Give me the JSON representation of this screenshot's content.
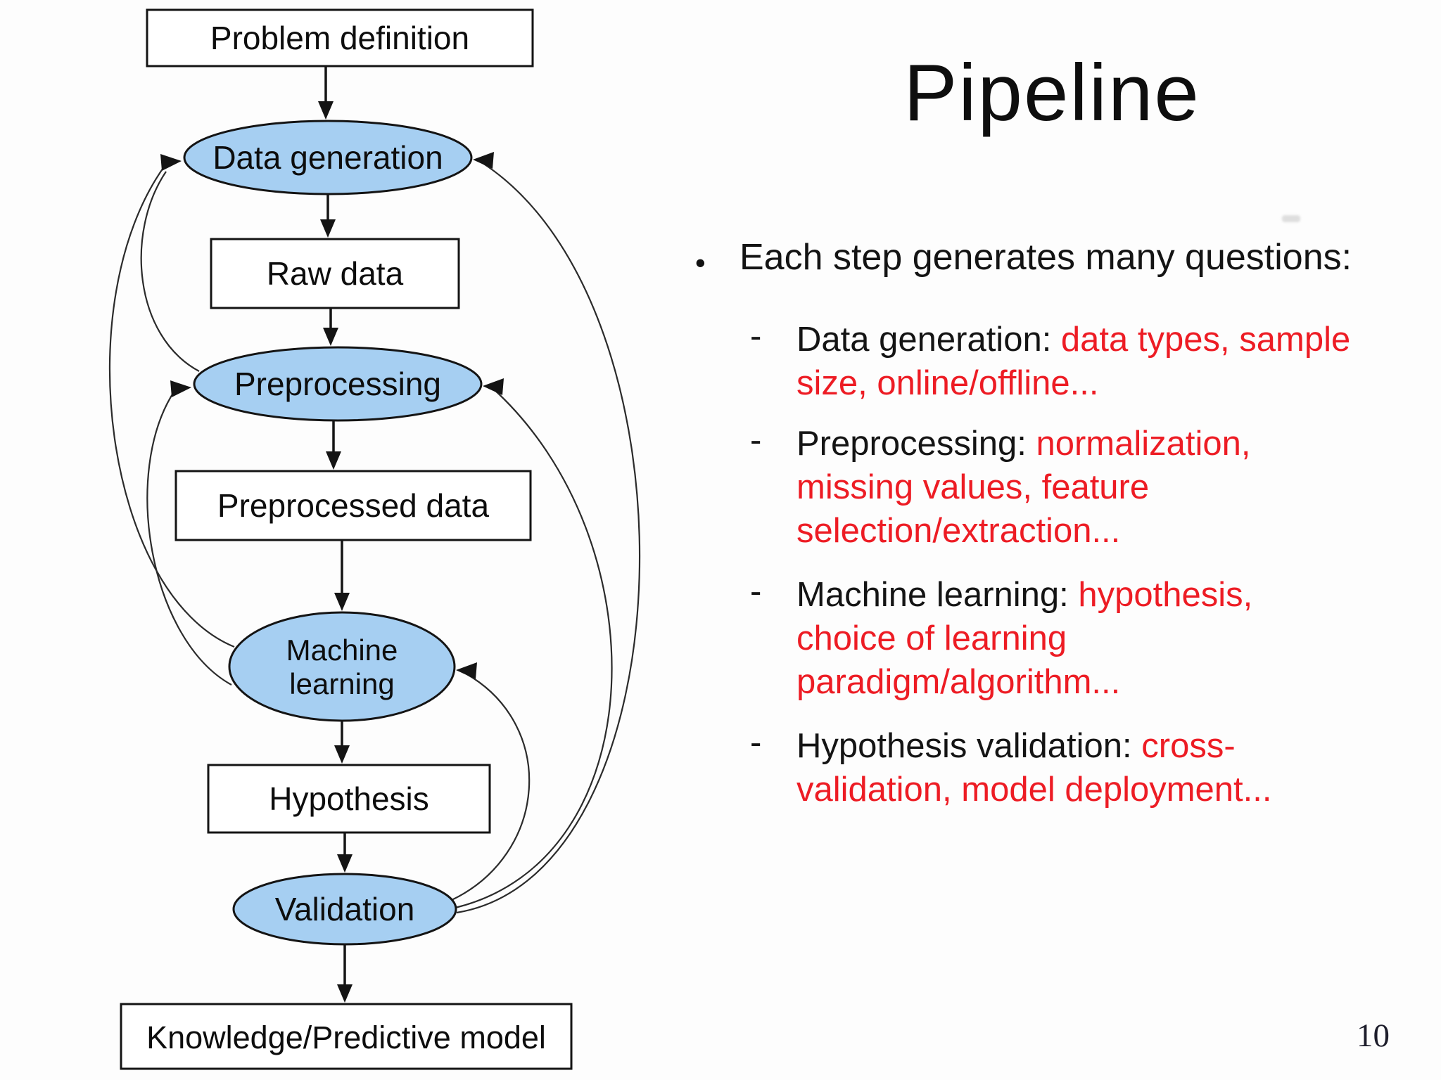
{
  "slide": {
    "title": "Pipeline",
    "page_number": "10",
    "bullet_marker": "•",
    "dash_marker": "-",
    "colors": {
      "red": "#ed1c24",
      "node_fill": "#a6cff2",
      "ink": "#141414"
    }
  },
  "flowchart": {
    "nodes": {
      "problem_definition": "Problem definition",
      "data_generation": "Data generation",
      "raw_data": "Raw data",
      "preprocessing": "Preprocessing",
      "preprocessed_data": "Preprocessed data",
      "machine_learning_line1": "Machine",
      "machine_learning_line2": "learning",
      "hypothesis": "Hypothesis",
      "validation": "Validation",
      "knowledge": "Knowledge/Predictive model"
    },
    "main_flow": [
      "Problem definition",
      "Data generation",
      "Raw data",
      "Preprocessing",
      "Preprocessed data",
      "Machine learning",
      "Hypothesis",
      "Validation",
      "Knowledge/Predictive model"
    ],
    "feedback_edges": [
      [
        "Preprocessing",
        "Data generation"
      ],
      [
        "Machine learning",
        "Data generation"
      ],
      [
        "Machine learning",
        "Preprocessing"
      ],
      [
        "Validation",
        "Machine learning"
      ],
      [
        "Validation",
        "Preprocessing"
      ],
      [
        "Validation",
        "Data generation"
      ]
    ]
  },
  "content": {
    "bullet": "Each step generates many questions:",
    "items": [
      {
        "label": "Data generation: ",
        "red_lines": [
          "data types, sample",
          "size, online/offline..."
        ]
      },
      {
        "label": "Preprocessing: ",
        "red_lines": [
          "normalization,",
          "missing values, feature",
          "selection/extraction..."
        ]
      },
      {
        "label": "Machine learning: ",
        "red_lines": [
          "hypothesis,",
          "choice of learning",
          "paradigm/algorithm..."
        ]
      },
      {
        "label": "Hypothesis validation: ",
        "red_lines": [
          "cross-",
          "validation, model deployment..."
        ]
      }
    ]
  }
}
